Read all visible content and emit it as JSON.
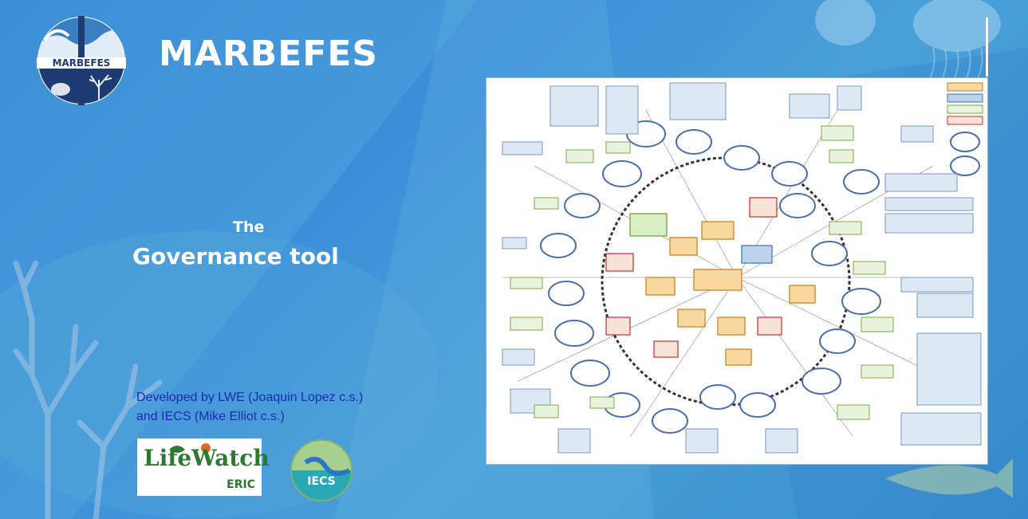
{
  "slide": {
    "title": "MARBEFES",
    "logo_text": "MARBEFES",
    "subtitle_small": "The",
    "subtitle_main": "Governance tool",
    "credit_line1": "Developed by LWE (Joaquin Lopez c.s.)",
    "credit_line2": "and IECS (Mike Elliot c.s.)",
    "lifewatch_text": "LifeWatch",
    "lifewatch_sub": "ERIC",
    "iecs_text": "IECS"
  },
  "icons": [
    "marbefes-logo",
    "lifewatch-logo",
    "iecs-logo",
    "governance-diagram-image"
  ],
  "colors": {
    "background": "#3d8fd8",
    "title_text": "#ffffff",
    "credit_text": "#1a2bb5",
    "lifewatch_green": "#2c7a2f",
    "iecs_teal": "#2aa8b5"
  }
}
